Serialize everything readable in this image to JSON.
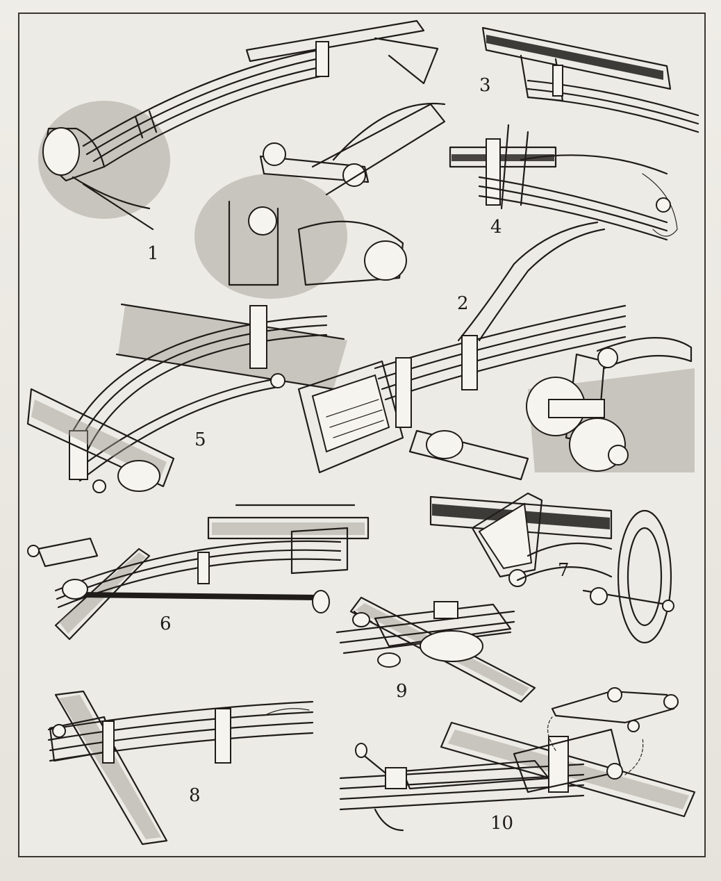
{
  "figures": [
    {
      "id": "1",
      "label": "1"
    },
    {
      "id": "2",
      "label": "2"
    },
    {
      "id": "3",
      "label": "3"
    },
    {
      "id": "4",
      "label": "4"
    },
    {
      "id": "5",
      "label": "5"
    },
    {
      "id": "6",
      "label": "6"
    },
    {
      "id": "7",
      "label": "7"
    },
    {
      "id": "8",
      "label": "8"
    },
    {
      "id": "9",
      "label": "9"
    },
    {
      "id": "10",
      "label": "10"
    }
  ],
  "colors": {
    "paper": "#ecebe6",
    "ink": "#1f1c19",
    "stipple": "#9d978d"
  }
}
